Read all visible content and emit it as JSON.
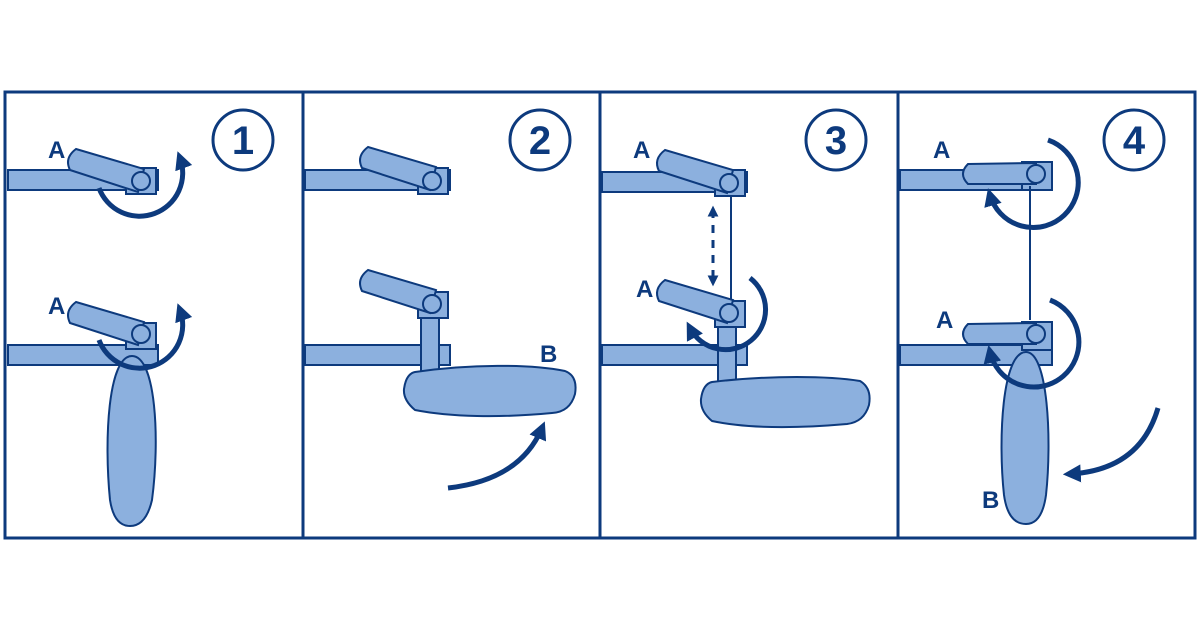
{
  "colors": {
    "outline": "#0d3a7d",
    "fill": "#8cb0de",
    "background": "#ffffff"
  },
  "panels": [
    {
      "number": "1",
      "labels": [
        "A",
        "A"
      ]
    },
    {
      "number": "2",
      "labels": [
        "B"
      ]
    },
    {
      "number": "3",
      "labels": [
        "A",
        "A"
      ]
    },
    {
      "number": "4",
      "labels": [
        "A",
        "A",
        "B"
      ]
    }
  ]
}
